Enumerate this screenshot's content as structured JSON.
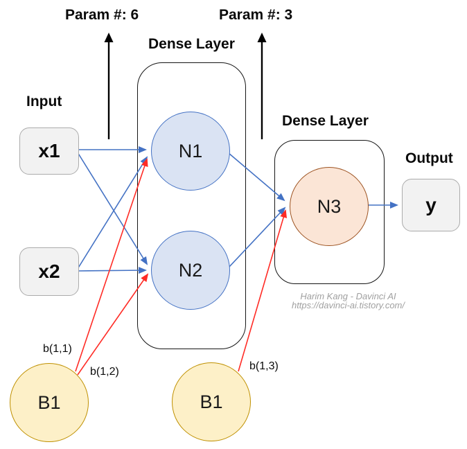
{
  "diagram": {
    "labels": {
      "param1": "Param #: 6",
      "param2": "Param #: 3",
      "dense1": "Dense Layer",
      "dense2": "Dense Layer",
      "input": "Input",
      "output": "Output"
    },
    "nodes": {
      "x1": "x1",
      "x2": "x2",
      "n1": "N1",
      "n2": "N2",
      "n3": "N3",
      "b1_left": "B1",
      "b1_right": "B1",
      "y": "y"
    },
    "bias": {
      "b11": "b(1,1)",
      "b12": "b(1,2)",
      "b13": "b(1,3)"
    },
    "watermark": {
      "line1": "Harim Kang - Davinci AI",
      "line2": "https://davinci-ai.tistory.com/"
    },
    "colors": {
      "edge_blue": "#4472c4",
      "edge_red": "#ff2b25",
      "arrow_black": "#000000",
      "neuron_fill": "#dae3f3",
      "neuron_border": "#4472c4",
      "output_neuron_fill": "#fbe5d6",
      "output_neuron_border": "#9c5220",
      "bias_fill": "#fdf0c8",
      "bias_border": "#bf9000",
      "io_box_fill": "#f2f2f2",
      "io_box_border": "#ababab"
    }
  }
}
